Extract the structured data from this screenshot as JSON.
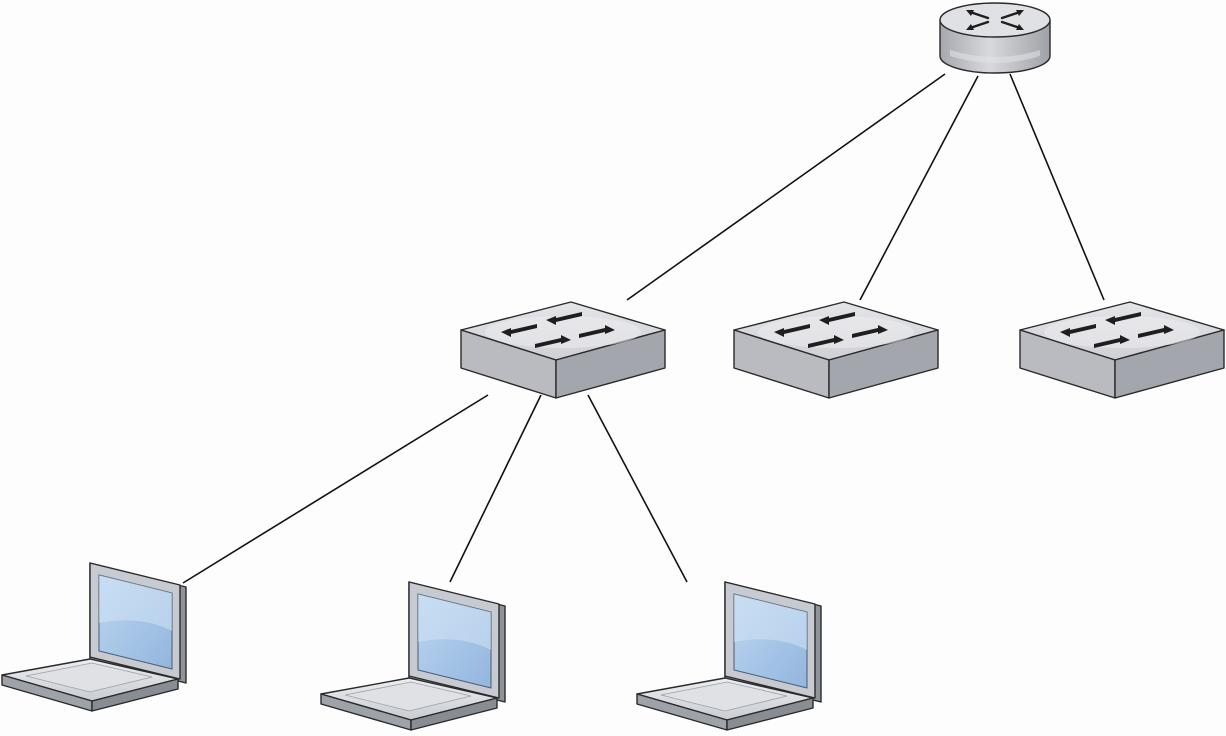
{
  "diagram": {
    "type": "network-topology",
    "colors": {
      "background": "#fdfdfd",
      "device_body": "#c4c6cc",
      "device_top": "#d7d8dc",
      "device_side": "#9a9da4",
      "link": "#111111",
      "screen": "#a9c6e6"
    },
    "nodes": [
      {
        "id": "router",
        "kind": "router",
        "icon": "router-icon"
      },
      {
        "id": "switch-1",
        "kind": "switch",
        "icon": "switch-icon"
      },
      {
        "id": "switch-2",
        "kind": "switch",
        "icon": "switch-icon"
      },
      {
        "id": "switch-3",
        "kind": "switch",
        "icon": "switch-icon"
      },
      {
        "id": "laptop-1",
        "kind": "laptop",
        "icon": "laptop-icon"
      },
      {
        "id": "laptop-2",
        "kind": "laptop",
        "icon": "laptop-icon"
      },
      {
        "id": "laptop-3",
        "kind": "laptop",
        "icon": "laptop-icon"
      }
    ],
    "links": [
      {
        "from": "router",
        "to": "switch-1"
      },
      {
        "from": "router",
        "to": "switch-2"
      },
      {
        "from": "router",
        "to": "switch-3"
      },
      {
        "from": "switch-1",
        "to": "laptop-1"
      },
      {
        "from": "switch-1",
        "to": "laptop-2"
      },
      {
        "from": "switch-1",
        "to": "laptop-3"
      }
    ]
  }
}
